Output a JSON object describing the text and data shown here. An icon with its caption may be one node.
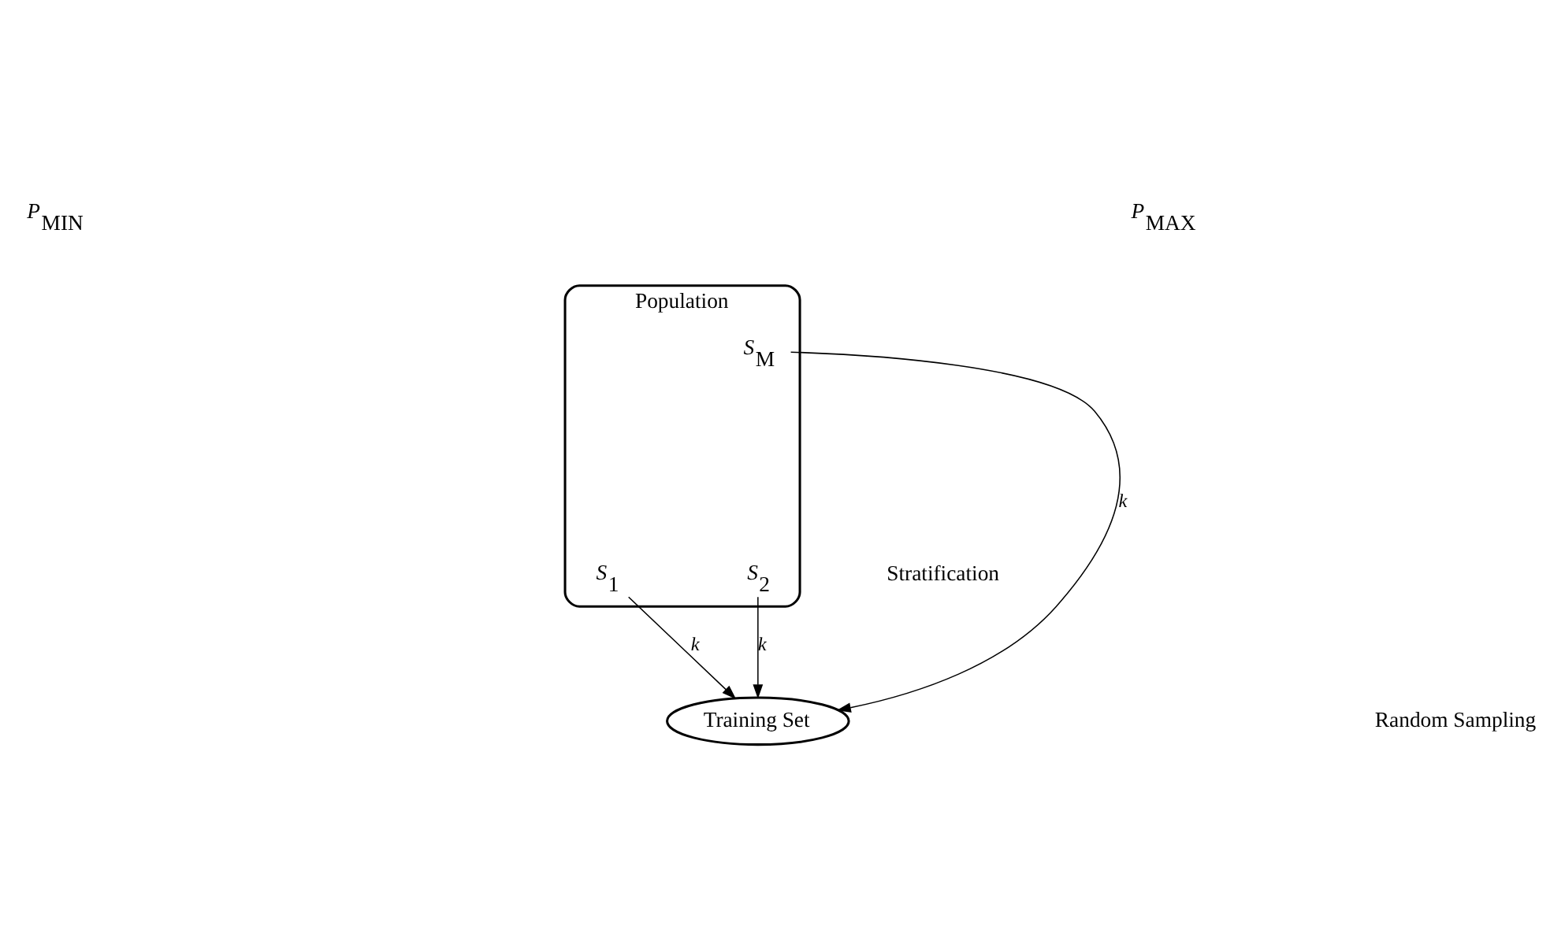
{
  "diagram": {
    "nodes": [
      {
        "text": [
          "Population"
        ]
      },
      {
        "text": [
          "*S*$_{1}$"
        ],
        "in": 0
      },
      {
        "text": [
          "*S*$_{2}$"
        ],
        "in": 0
      },
      {
        "text": [
          "*S*$_{M}$"
        ],
        "in": 0
      },
      {
        "text": [
          "Training Set"
        ]
      }
    ],
    "edges": [
      {
        "from": 1,
        "to": 4,
        "arrow": "to",
        "label": "*k*"
      },
      {
        "from": 2,
        "to": 4,
        "arrow": "to",
        "label": "*k*"
      },
      {
        "from": 3,
        "to": 4,
        "arrow": "to",
        "label": "*k*"
      }
    ],
    "labels": [
      "*P*$_{MIN}$",
      "*P*$_{MAX}$",
      "Stratification",
      "Random Sampling"
    ]
  }
}
